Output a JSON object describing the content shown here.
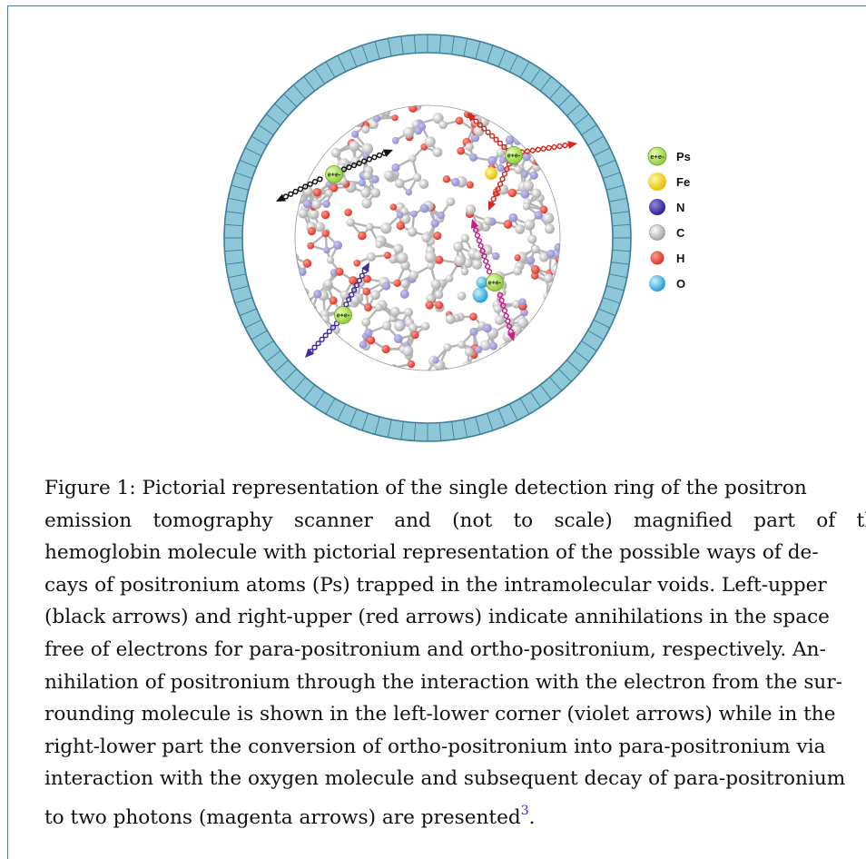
{
  "legend": [
    {
      "label": "Ps",
      "color": "#b8e06a",
      "text": "e+e-"
    },
    {
      "label": "Fe",
      "color": "#f5d400"
    },
    {
      "label": "N",
      "color": "#4237a6"
    },
    {
      "label": "C",
      "color": "#c8c8c8"
    },
    {
      "label": "H",
      "color": "#e23a2a"
    },
    {
      "label": "O",
      "color": "#3fb0e0"
    }
  ],
  "ps_label": "e+e-",
  "caption": {
    "lines": [
      "Figure 1: Pictorial representation of the single detection ring of the positron",
      "emission tomography scanner and (not to scale) magnified part of the",
      "hemoglobin molecule with pictorial representation of the possible ways of de-",
      "cays of positronium atoms (Ps) trapped in the intramolecular voids. Left-upper",
      "(black arrows) and right-upper (red arrows) indicate annihilations in the space",
      "free of electrons for para-positronium and ortho-positronium, respectively. An-",
      "nihilation of positronium through the interaction with the electron from the sur-",
      "rounding molecule is shown in the left-lower corner (violet arrows) while in the",
      "right-lower part the conversion of ortho-positronium into para-positronium via",
      "interaction with the oxygen molecule and subsequent decay of para-positronium",
      "to two photons (magenta arrows) are presented"
    ],
    "ref": "3",
    "end": "."
  },
  "colors": {
    "ring_fill": "#8ec8d8",
    "ring_stroke": "#3c7f99",
    "black_arrow": "#111111",
    "red_arrow": "#d6291e",
    "violet_arrow": "#3b2d9a",
    "magenta_arrow": "#cc1a8a"
  }
}
